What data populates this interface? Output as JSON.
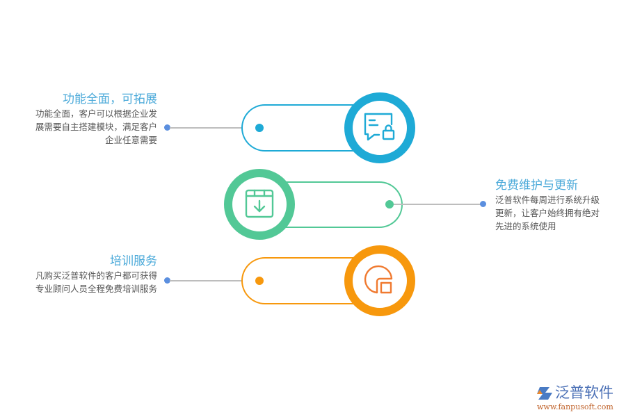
{
  "colors": {
    "blue": "#1eaad6",
    "green": "#52c896",
    "orange": "#f7980d",
    "icon_orange": "#f07a30",
    "title": "#4aa9d9",
    "desc": "#555555",
    "connector": "#bdbdbd",
    "end_dot": "#5b8fdf"
  },
  "items": [
    {
      "title": "功能全面，可拓展",
      "desc_lines": [
        "功能全面，客户可以根据企业发",
        "展需要自主搭建模块，满足客户",
        "企业任意需要"
      ],
      "icon": "chat-lock-icon",
      "side": "left"
    },
    {
      "title": "免费维护与更新",
      "desc_lines": [
        "泛普软件每周进行系统升级",
        "更新，让客户始终拥有绝对",
        "先进的系统使用"
      ],
      "icon": "download-box-icon",
      "side": "right"
    },
    {
      "title": "培训服务",
      "desc_lines": [
        "凡购买泛普软件的客户都可获得",
        "专业顾问人员全程免费培训服务"
      ],
      "icon": "pie-square-icon",
      "side": "left"
    }
  ],
  "logo": {
    "name": "泛普软件",
    "url": "www.fanpusoft.com"
  }
}
